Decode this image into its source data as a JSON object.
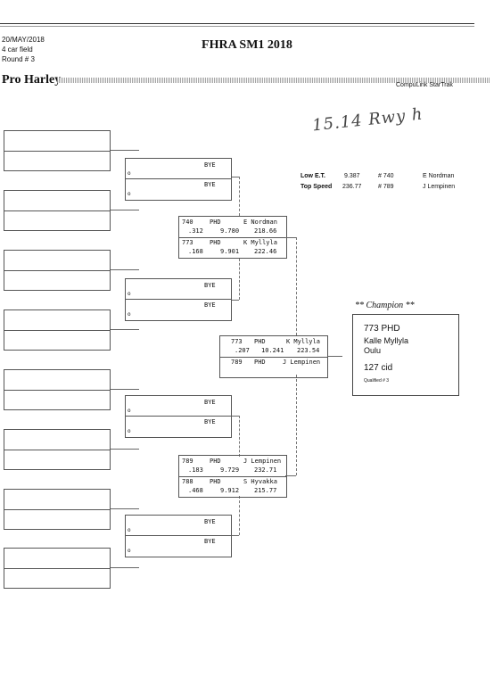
{
  "header": {
    "date": "20/MAY/2018",
    "field": "4 car field",
    "round": "Round # 3",
    "title": "FHRA SM1 2018",
    "category": "Pro Harley",
    "system": "CompuLink StarTrak",
    "handwritten": "15.14 Rwy h"
  },
  "bye_label": "BYE",
  "lane_marker": "o",
  "records": {
    "low_et_label": "Low  E.T.",
    "low_et_value": "9.387",
    "low_et_car": "# 740",
    "low_et_driver": "E Nordman",
    "top_speed_label": "Top Speed",
    "top_speed_value": "236.77",
    "top_speed_car": "# 789",
    "top_speed_driver": "J Lempinen"
  },
  "round2": [
    {
      "top": {
        "car": "740",
        "class": "PHD",
        "driver": "E Nordman",
        "rt": ".312",
        "et": "9.780",
        "mph": "218.66"
      },
      "bottom": {
        "car": "773",
        "class": "PHD",
        "driver": "K Myllyla",
        "rt": ".168",
        "et": "9.901",
        "mph": "222.46"
      }
    },
    {
      "top": {
        "car": "789",
        "class": "PHD",
        "driver": "J Lempinen",
        "rt": ".183",
        "et": "9.729",
        "mph": "232.71"
      },
      "bottom": {
        "car": "788",
        "class": "PHD",
        "driver": "S Hyvakka",
        "rt": ".468",
        "et": "9.912",
        "mph": "215.77"
      }
    }
  ],
  "final": {
    "top": {
      "car": "773",
      "class": "PHD",
      "driver": "K Myllyla",
      "rt": ".207",
      "et": "10.241",
      "mph": "223.54"
    },
    "bottom": {
      "car": "789",
      "class": "PHD",
      "driver": "J Lempinen"
    }
  },
  "champion": {
    "heading": "** Champion **",
    "car_class": "773   PHD",
    "name": "Kalle Myllyla",
    "city": "Oulu",
    "engine": "127 cid",
    "qualified": "Qualified # 3"
  }
}
